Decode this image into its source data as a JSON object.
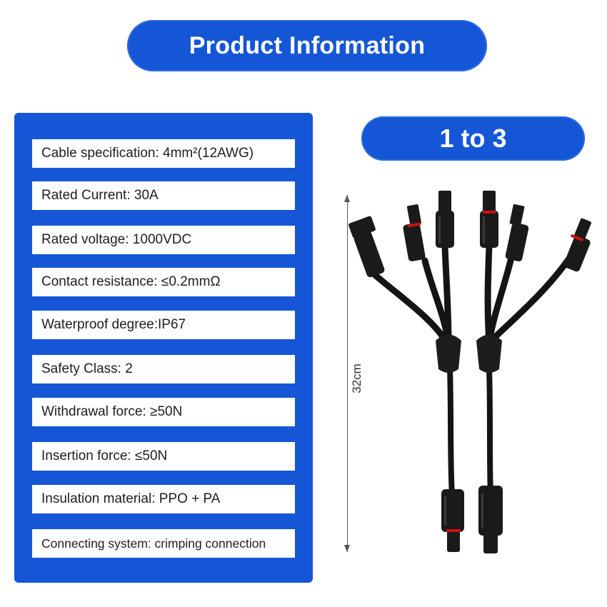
{
  "header": {
    "title": "Product Information"
  },
  "badge": {
    "ratio": "1 to 3"
  },
  "specs": [
    "Cable specification: 4mm²(12AWG)",
    "Rated Current: 30A",
    "Rated voltage: 1000VDC",
    "Contact resistance: ≤0.2mmΩ",
    "Waterproof degree:IP67",
    "Safety Class: 2",
    "Withdrawal force: ≥50N",
    "Insertion force: ≤50N",
    "Insulation material:  PPO + PA",
    "Connecting system: crimping connection"
  ],
  "dimension": {
    "length": "32cm"
  },
  "colors": {
    "accent": "#1556d6",
    "cable": "#141414",
    "seal": "#d01010"
  }
}
